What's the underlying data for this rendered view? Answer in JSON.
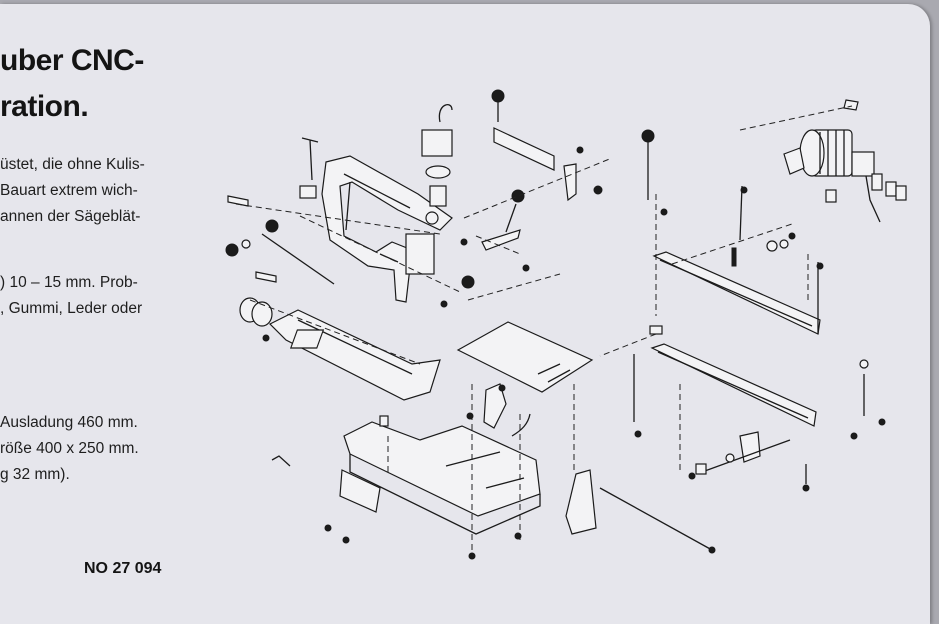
{
  "heading": {
    "line1": "uber CNC-",
    "line2": "ration."
  },
  "paragraph1": [
    "üstet, die ohne Kulis-",
    "Bauart extrem wich-",
    "annen der Sägeblät-"
  ],
  "paragraph2": [
    ") 10 – 15 mm. Prob-",
    ", Gummi, Leder oder"
  ],
  "paragraph3": [
    "Ausladung 460 mm.",
    "röße 400 x 250 mm.",
    "g 32 mm)."
  ],
  "order_number": "NO 27 094",
  "diagram": {
    "icon": "exploded-parts-drawing",
    "line_color": "#1b1b1b",
    "paper_color": "#e6e6ec"
  }
}
